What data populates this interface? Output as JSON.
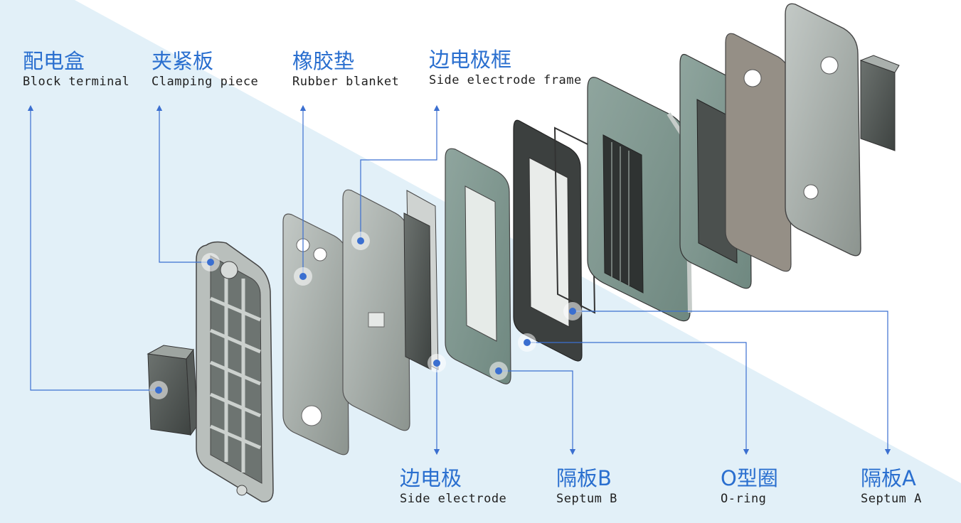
{
  "labels": {
    "block_terminal": {
      "cn": "配电盒",
      "en": "Block terminal"
    },
    "clamping_piece": {
      "cn": "夹紧板",
      "en": "Clamping piece"
    },
    "rubber_blanket": {
      "cn": "橡胶垫",
      "en": "Rubber blanket"
    },
    "side_electrode_frame": {
      "cn": "边电极框",
      "en": "Side electrode frame"
    },
    "side_electrode": {
      "cn": "边电极",
      "en": "Side electrode"
    },
    "septum_b": {
      "cn": "隔板B",
      "en": "Septum B"
    },
    "o_ring": {
      "cn": "O型圈",
      "en": "O-ring"
    },
    "septum_a": {
      "cn": "隔板A",
      "en": "Septum A"
    }
  },
  "colors": {
    "accent": "#2a6fcf",
    "leader_line": "#3b6fd0",
    "background_tint": "#e2f0f8",
    "part_fill": "#9aa39c",
    "part_dark": "#4a4f4d",
    "part_light": "#c9cecb"
  }
}
